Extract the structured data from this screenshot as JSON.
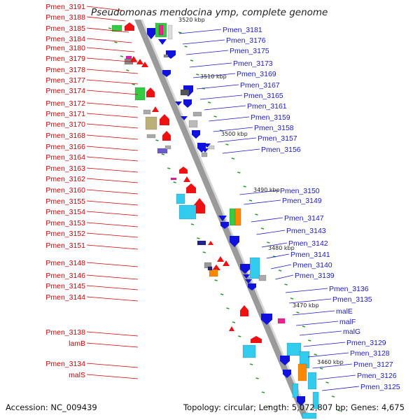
{
  "title": "Pseudomonas mendocina ymp, complete genome",
  "footer": {
    "accession": "Accession: NC_009439",
    "summary": "Topology: circular; Length: 5,072,807 bp; Genes: 4,675"
  },
  "kbp_marks": [
    "3520 kbp",
    "3510 kbp",
    "3500 kbp",
    "3490 kbp",
    "3480 kbp",
    "3470 kbp",
    "3460 kbp"
  ],
  "left_labels": [
    "Pmen_3191",
    "Pmen_3188",
    "Pmen_3185",
    "Pmen_3184",
    "Pmen_3180",
    "Pmen_3179",
    "Pmen_3178",
    "Pmen_3177",
    "Pmen_3174",
    "Pmen_3172",
    "Pmen_3171",
    "Pmen_3170",
    "Pmen_3168",
    "Pmen_3166",
    "Pmen_3164",
    "Pmen_3163",
    "Pmen_3162",
    "Pmen_3160",
    "Pmen_3155",
    "Pmen_3154",
    "Pmen_3153",
    "Pmen_3152",
    "Pmen_3151",
    "Pmen_3148",
    "Pmen_3146",
    "Pmen_3145",
    "Pmen_3144",
    "Pmen_3138",
    "lamB",
    "Pmen_3134",
    "malS"
  ],
  "right_labels": [
    "Pmen_3181",
    "Pmen_3176",
    "Pmen_3175",
    "Pmen_3173",
    "Pmen_3169",
    "Pmen_3167",
    "Pmen_3165",
    "Pmen_3161",
    "Pmen_3159",
    "Pmen_3158",
    "Pmen_3157",
    "Pmen_3156",
    "Pmen_3150",
    "Pmen_3149",
    "Pmen_3147",
    "Pmen_3143",
    "Pmen_3142",
    "Pmen_3141",
    "Pmen_3140",
    "Pmen_3139",
    "Pmen_3136",
    "Pmen_3135",
    "malE",
    "malF",
    "malG",
    "Pmen_3129",
    "Pmen_3128",
    "Pmen_3127",
    "Pmen_3126",
    "Pmen_3125"
  ],
  "colors": {
    "forward_gene": "#ee1111",
    "reverse_gene": "#1111dd",
    "left_label": "#d40000",
    "right_label": "#1a1acc",
    "backbone": "#999999",
    "tick": "#2a9a2a"
  }
}
